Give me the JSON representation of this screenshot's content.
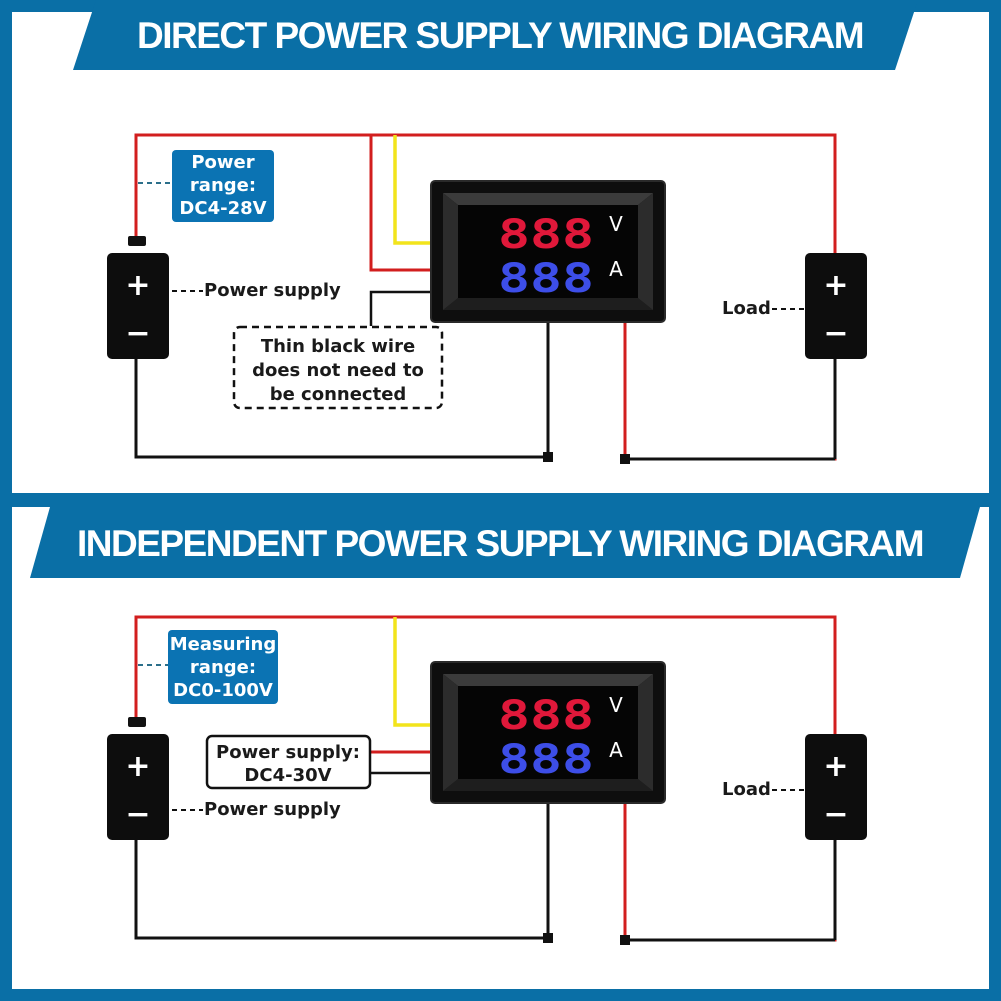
{
  "colors": {
    "frame": "#0a6fa6",
    "banner": "#0a6fa6",
    "wire_red": "#d21e1e",
    "wire_yellow": "#f2e41c",
    "wire_black": "#111111",
    "voltage_digits": "#e0183a",
    "current_digits": "#3d4ee8",
    "badge": "#0b73b3"
  },
  "diagram1": {
    "title": "DIRECT POWER SUPPLY WIRING DIAGRAM",
    "range_badge": [
      "Power",
      "range:",
      "DC4-28V"
    ],
    "power_supply_label": "Power supply",
    "note_box": [
      "Thin black wire",
      "does not need to",
      "be connected"
    ],
    "load_label": "Load",
    "meter": {
      "voltage_digits": "888",
      "current_digits": "888",
      "voltage_unit": "V",
      "current_unit": "A"
    },
    "battery_plus": "+",
    "battery_minus": "−"
  },
  "diagram2": {
    "title": "INDEPENDENT POWER SUPPLY WIRING DIAGRAM",
    "range_badge": [
      "Measuring",
      "range:",
      "DC0-100V"
    ],
    "power_supply_box": [
      "Power supply:",
      "DC4-30V"
    ],
    "power_supply_label": "Power supply",
    "load_label": "Load",
    "meter": {
      "voltage_digits": "888",
      "current_digits": "888",
      "voltage_unit": "V",
      "current_unit": "A"
    },
    "battery_plus": "+",
    "battery_minus": "−"
  }
}
